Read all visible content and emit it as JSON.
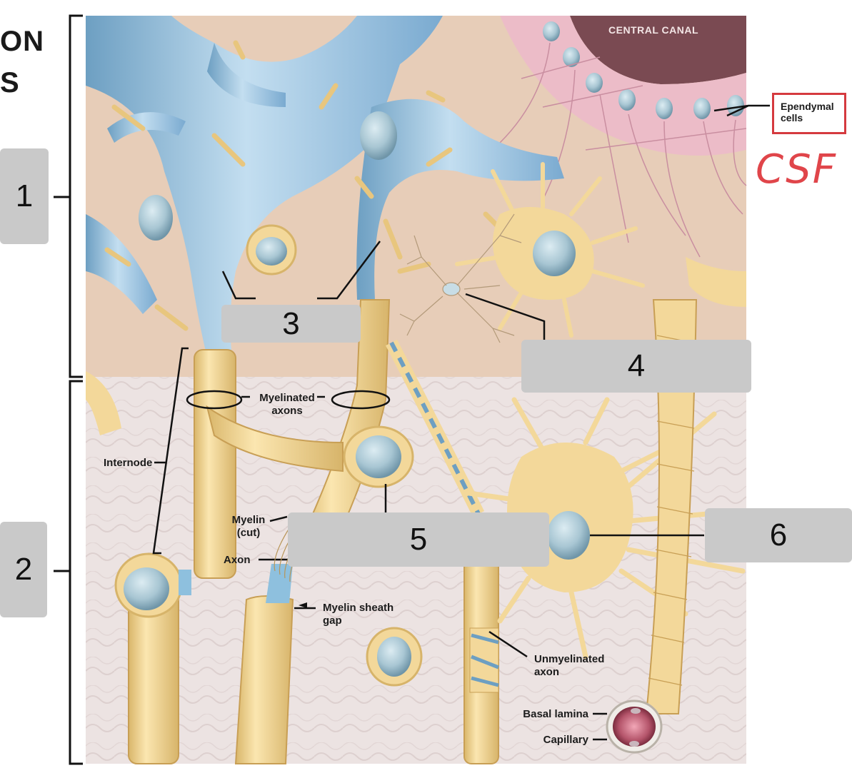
{
  "title_fragments": [
    "ON",
    "S"
  ],
  "answer_boxes": [
    "1",
    "2",
    "3",
    "4",
    "5",
    "6"
  ],
  "labels": {
    "central_canal": "CENTRAL CANAL",
    "ependymal_cells": [
      "Ependymal",
      "cells"
    ],
    "csf_note": "CSF",
    "myelinated_axons": [
      "Myelinated",
      "axons"
    ],
    "internode": "Internode",
    "myelin_cut": [
      "Myelin",
      "(cut)"
    ],
    "axon": "Axon",
    "myelin_sheath_gap": [
      "Myelin sheath",
      "gap"
    ],
    "unmyelinated_axon": [
      "Unmyelinated",
      "axon"
    ],
    "basal_lamina": "Basal lamina",
    "capillary": "Capillary"
  },
  "colors": {
    "cns_background": "#e7cdb8",
    "pns_background": "#ece3e2",
    "canal": "#7a4a52",
    "ependymal": "#ecbcc8",
    "astrocyte_blue": "#a9cde4",
    "glia_yellow": "#f3d89a",
    "nucleus": "#a8c6d3",
    "answer_box": "#c9c9c9",
    "annotation_red": "#d53a3f"
  }
}
